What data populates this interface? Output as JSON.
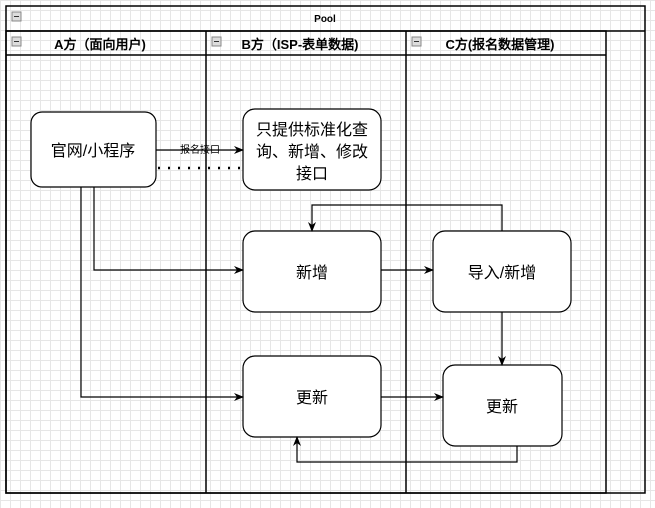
{
  "pool": {
    "title": "Pool"
  },
  "lanes": [
    {
      "title": "A方（面向用户)"
    },
    {
      "title": "B方（ISP-表单数据)"
    },
    {
      "title": "C方(报名数据管理)"
    }
  ],
  "nodes": {
    "portal": "官网/小程序",
    "api_line1": "只提供标准化查",
    "api_line2": "询、新增、修改",
    "api_line3": "接口",
    "b_add": "新增",
    "c_import": "导入/新增",
    "b_update": "更新",
    "c_update": "更新"
  },
  "edges": {
    "portal_to_api": "报名接口"
  }
}
